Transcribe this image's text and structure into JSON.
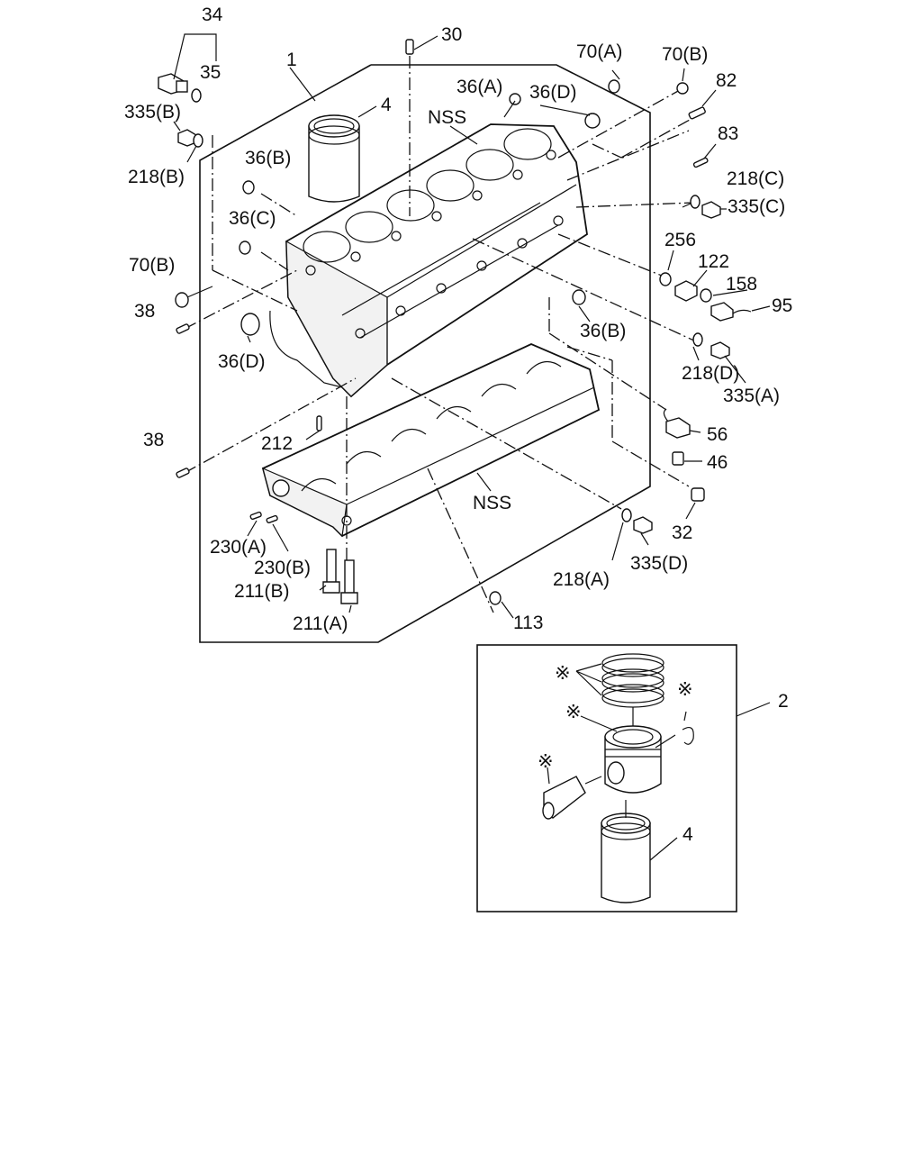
{
  "labels": {
    "l34": "34",
    "l35": "35",
    "l30": "30",
    "l1": "1",
    "l4": "4",
    "l70a": "70(A)",
    "l70b_top": "70(B)",
    "l82": "82",
    "l36a": "36(A)",
    "l36d_top": "36(D)",
    "lnss_top": "NSS",
    "l335b": "335(B)",
    "l218b": "218(B)",
    "l36b_left": "36(B)",
    "l83": "83",
    "l218c": "218(C)",
    "l335c": "335(C)",
    "l36c": "36(C)",
    "l256": "256",
    "l122": "122",
    "l158": "158",
    "l95": "95",
    "l70b_left": "70(B)",
    "l38_upper": "38",
    "l36b_right": "36(B)",
    "l36d_left": "36(D)",
    "l218d": "218(D)",
    "l335a": "335(A)",
    "l38_lower": "38",
    "l212": "212",
    "l56": "56",
    "l46": "46",
    "lnss_mid": "NSS",
    "l32": "32",
    "l230a": "230(A)",
    "l230b": "230(B)",
    "l218a": "218(A)",
    "l335d": "335(D)",
    "l211b": "211(B)",
    "l211a": "211(A)",
    "l113": "113",
    "l2": "2",
    "l4_inset": "4",
    "star1": "※",
    "star2": "※",
    "star3": "※",
    "star4": "※"
  }
}
